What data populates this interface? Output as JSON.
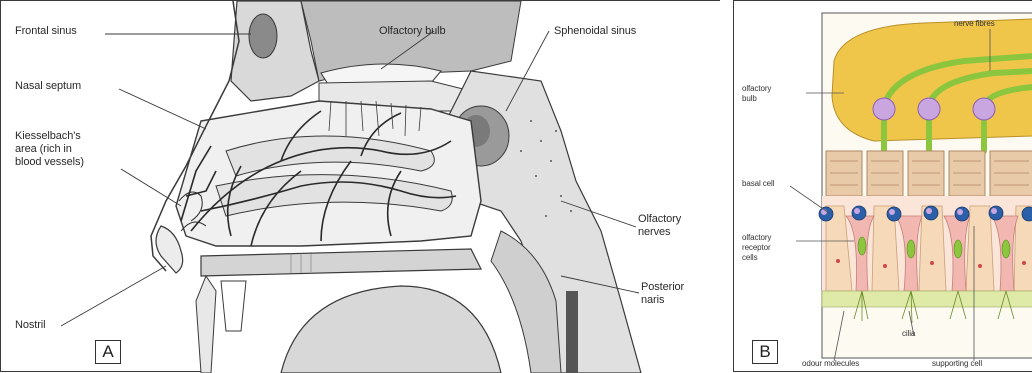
{
  "panel_a": {
    "tag": "A",
    "labels": {
      "frontal_sinus": "Frontal sinus",
      "nasal_septum": "Nasal septum",
      "kiesselbach": "Kiesselbach's\narea (rich in\nblood vessels)",
      "nostril": "Nostril",
      "olfactory_bulb": "Olfactory bulb",
      "sphenoidal_sinus": "Sphenoidal sinus",
      "olfactory_nerves": "Olfactory\nnerves",
      "posterior_naris": "Posterior\nnaris"
    }
  },
  "panel_b": {
    "tag": "B",
    "labels": {
      "nerve_fibres": "nerve fibres",
      "olfactory_bulb": "olfactory\nbulb",
      "basal_cell": "basal cell",
      "receptor_cells": "olfactory\nreceptor\ncells",
      "cilia": "cilia",
      "odour_molecules": "odour molecules",
      "supporting_cell": "supporting cell"
    }
  },
  "colors": {
    "line": "#3a3a3a",
    "bone_fill": "#e6e6e6",
    "cavity_fill": "#f2f2f2",
    "bulb_yellow": "#f0c64a",
    "nerve_green": "#8cc63f",
    "cell_purple": "#c9a6e0",
    "receptor_pink": "#f2b7b0",
    "nucleus_blue": "#2b5fa8",
    "supporting_tan": "#e8c9a8"
  }
}
